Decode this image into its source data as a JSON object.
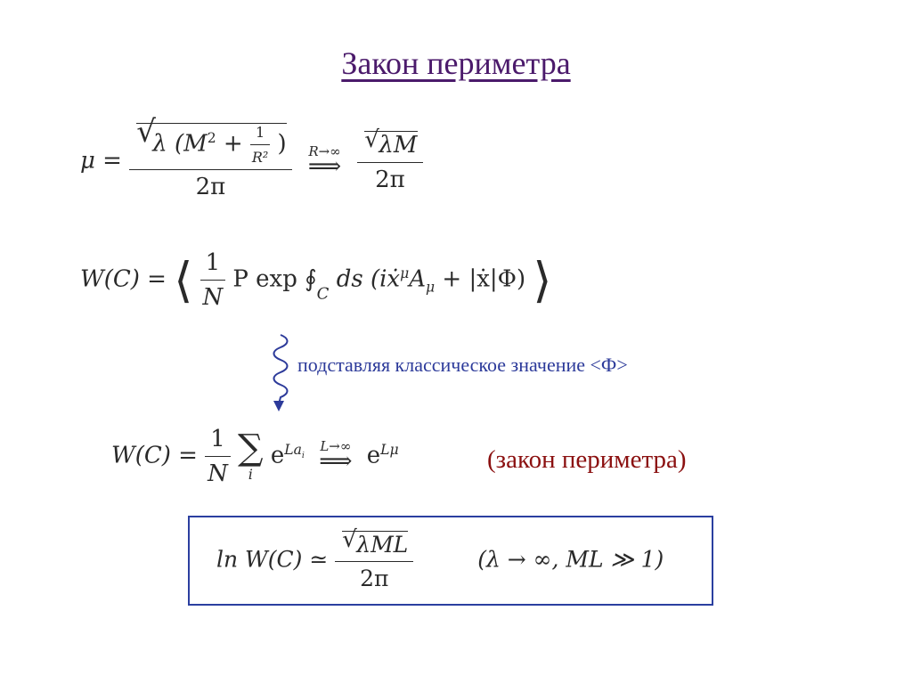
{
  "title": "Закон периметра",
  "note": {
    "text": "подставляя классическое значение <Ф>",
    "color": "#2c3a9a"
  },
  "law_label": "(закон периметра)",
  "colors": {
    "title": "#4b1a6b",
    "law_label": "#8b1010",
    "box_border": "#2b3fa0",
    "arrow": "#2c3a9a"
  },
  "eq1": {
    "lhs": "μ =",
    "sqrt_inner_a": "λ (M",
    "sqrt_inner_b": " + ",
    "sqrt_frac_num": "1",
    "sqrt_frac_den": "R²",
    "sqrt_close": ")",
    "den": "2π",
    "limit_label": "R→∞",
    "rhs_num": "λM",
    "rhs_den": "2π"
  },
  "eq2": {
    "lhs": "W(C) =",
    "frac_num": "1",
    "frac_den": "N",
    "body": "P exp ∮",
    "contour_sub": "C",
    "integrand": "ds (iẋ",
    "mu_sup": "μ",
    "a_term": "A",
    "mu_sub": "μ",
    "rest": " + |ẋ|Φ)"
  },
  "eq3": {
    "lhs": "W(C) =",
    "frac_num": "1",
    "frac_den": "N",
    "sum": "∑",
    "sum_sub": "i",
    "exp_base": "e",
    "exp_sup": "La",
    "exp_sup_sub": "i",
    "limit_label": "L→∞",
    "rhs_base": "e",
    "rhs_sup": "Lμ"
  },
  "eq4": {
    "lhs": "ln W(C) ≃",
    "num": "λML",
    "den": "2π",
    "condition": "(λ → ∞,  ML ≫ 1)"
  }
}
